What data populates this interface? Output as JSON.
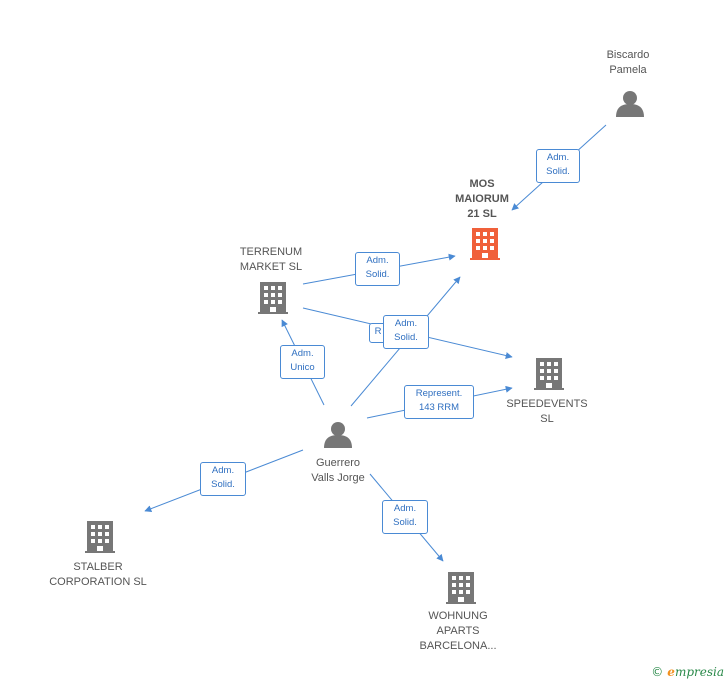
{
  "colors": {
    "edge": "#4a8ad4",
    "company": "#777777",
    "main_company": "#f0603a",
    "person": "#777777"
  },
  "nodes": {
    "biscardo": {
      "label": "Biscardo\nPamela",
      "icon": "person-icon"
    },
    "mos": {
      "label": "MOS\nMAIORUM\n21 SL",
      "icon": "building-icon",
      "main": true
    },
    "terrenum": {
      "label": "TERRENUM\nMARKET SL",
      "icon": "building-icon"
    },
    "speedevents": {
      "label": "SPEEDEVENTS\nSL",
      "icon": "building-icon"
    },
    "guerrero": {
      "label": "Guerrero\nValls Jorge",
      "icon": "person-icon"
    },
    "stalber": {
      "label": "STALBER\nCORPORATION SL",
      "icon": "building-icon"
    },
    "wohnung": {
      "label": "WOHNUNG\nAPARTS\nBARCELONA...",
      "icon": "building-icon"
    }
  },
  "edges": {
    "biscardo_mos": "Adm.\nSolid.",
    "terrenum_mos": "Adm.\nSolid.",
    "terrenum_speed_hidden": "R",
    "guerrero_mos": "Adm.\nSolid.",
    "guerrero_terrenum": "Adm.\nUnico",
    "guerrero_speed": "Represent.\n143 RRM",
    "guerrero_stalber": "Adm.\nSolid.",
    "guerrero_wohnung": "Adm.\nSolid."
  },
  "footer": {
    "copyright": "©",
    "brand_initial": "e",
    "brand_rest": "mpresia"
  }
}
